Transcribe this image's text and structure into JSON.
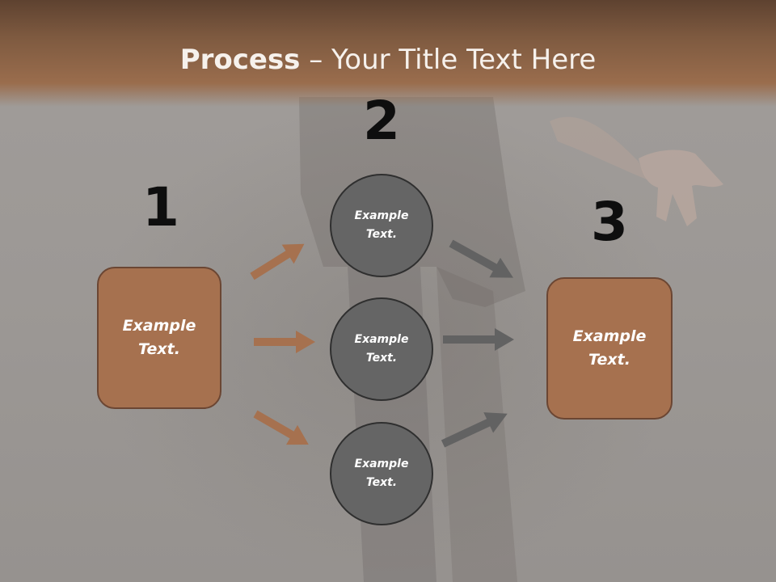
{
  "title": {
    "bold": "Process",
    "rest": " – Your Title Text Here"
  },
  "steps": {
    "one": "1",
    "two": "2",
    "three": "3"
  },
  "nodes": {
    "left_box": "Example\nText.",
    "circle_top": "Example\nText.",
    "circle_middle": "Example\nText.",
    "circle_bottom": "Example\nText.",
    "right_box": "Example\nText."
  },
  "colors": {
    "header": "#8b6245",
    "box_fill": "#a6714f",
    "circle_fill": "#656565",
    "arrow_brown": "#a6714f",
    "arrow_gray": "#626262"
  }
}
